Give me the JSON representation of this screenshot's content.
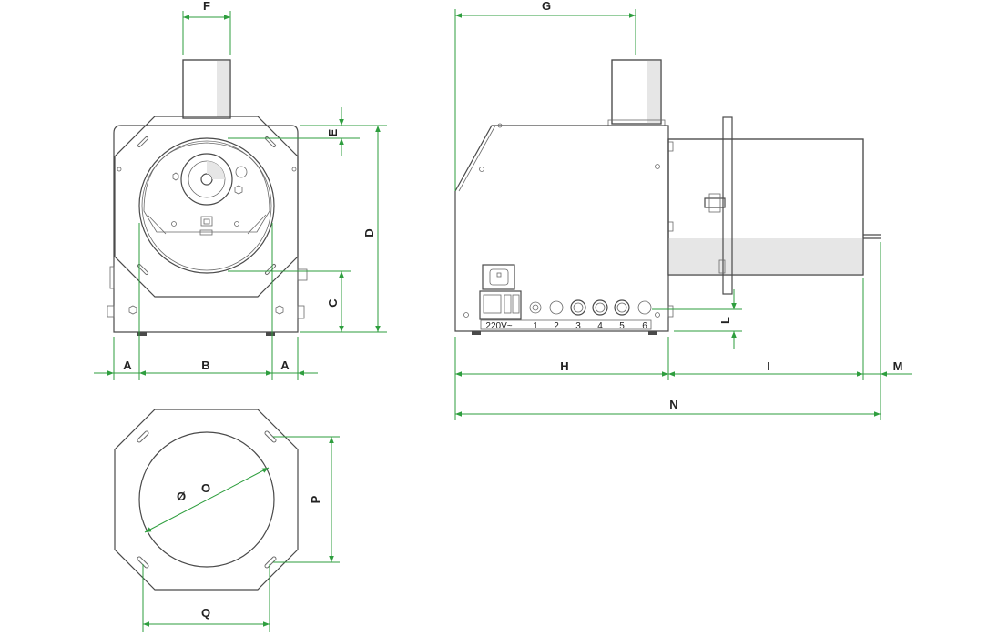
{
  "dimension_labels": {
    "A": "A",
    "B": "B",
    "C": "C",
    "D": "D",
    "E": "E",
    "F": "F",
    "G": "G",
    "H": "H",
    "I": "I",
    "L": "L",
    "M": "M",
    "N": "N",
    "O": "O",
    "P": "P",
    "Q": "Q"
  },
  "diameter_symbol": "Ø",
  "panel": {
    "voltage": "220V~",
    "ports": [
      "1",
      "2",
      "3",
      "4",
      "5",
      "6"
    ]
  },
  "colors": {
    "dimension_line": "#2e9e3e",
    "outline": "#4a4a4a",
    "shade": "#e6e6e6"
  }
}
